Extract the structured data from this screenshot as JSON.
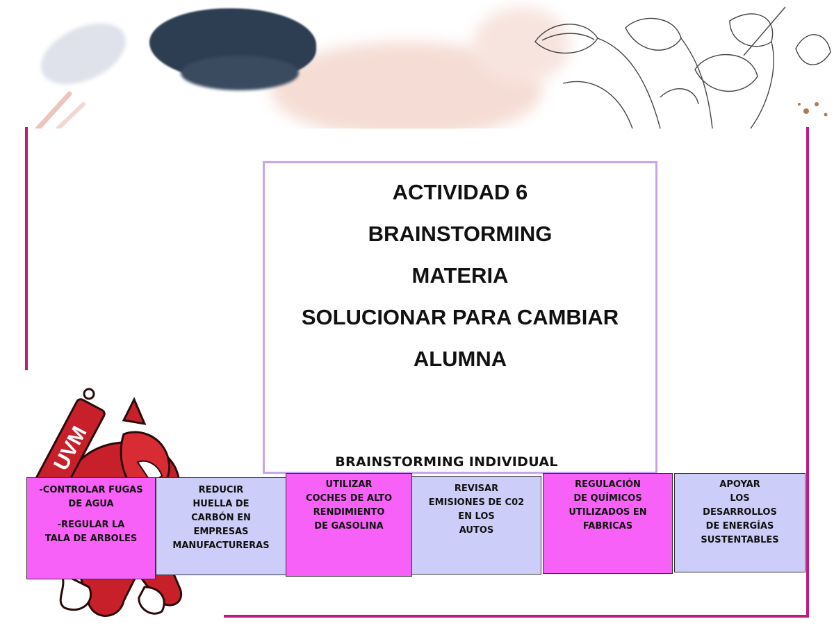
{
  "title": {
    "lines": [
      "ACTIVIDAD 6",
      "BRAINSTORMING",
      "MATERIA",
      "SOLUCIONAR PARA CAMBIAR",
      "ALUMNA"
    ]
  },
  "section_heading": "BRAINSTORMING INDIVIDUAL",
  "logo": {
    "text": "UVM"
  },
  "cards": [
    {
      "paragraphs": [
        "-CONTROLAR FUGAS\nDE AGUA",
        "-REGULAR LA\nTALA DE ARBOLES"
      ],
      "color": "#f861f7"
    },
    {
      "paragraphs": [
        "REDUCIR\nHUELLA DE\nCARBÓN EN\nEMPRESAS\nMANUFACTURERAS"
      ],
      "color": "#cccdf8"
    },
    {
      "paragraphs": [
        "UTILIZAR\nCOCHES DE ALTO\nRENDIMIENTO\nDE GASOLINA"
      ],
      "color": "#f861f7"
    },
    {
      "paragraphs": [
        "REVISAR\nEMISIONES DE C02\nEN LOS\nAUTOS"
      ],
      "color": "#cccdf8"
    },
    {
      "paragraphs": [
        "REGULACIÓN\nDE QUÍMICOS\nUTILIZADOS EN\nFABRICAS"
      ],
      "color": "#f861f7"
    },
    {
      "paragraphs": [
        "APOYAR\nLOS\nDESARROLLOS\nDE ENERGÍAS\nSUSTENTABLES"
      ],
      "color": "#cccdf8"
    }
  ],
  "colors": {
    "frame": "#c0197f",
    "title_border": "#c9a3ee",
    "card_pink": "#f861f7",
    "card_lavender": "#cccdf8"
  }
}
